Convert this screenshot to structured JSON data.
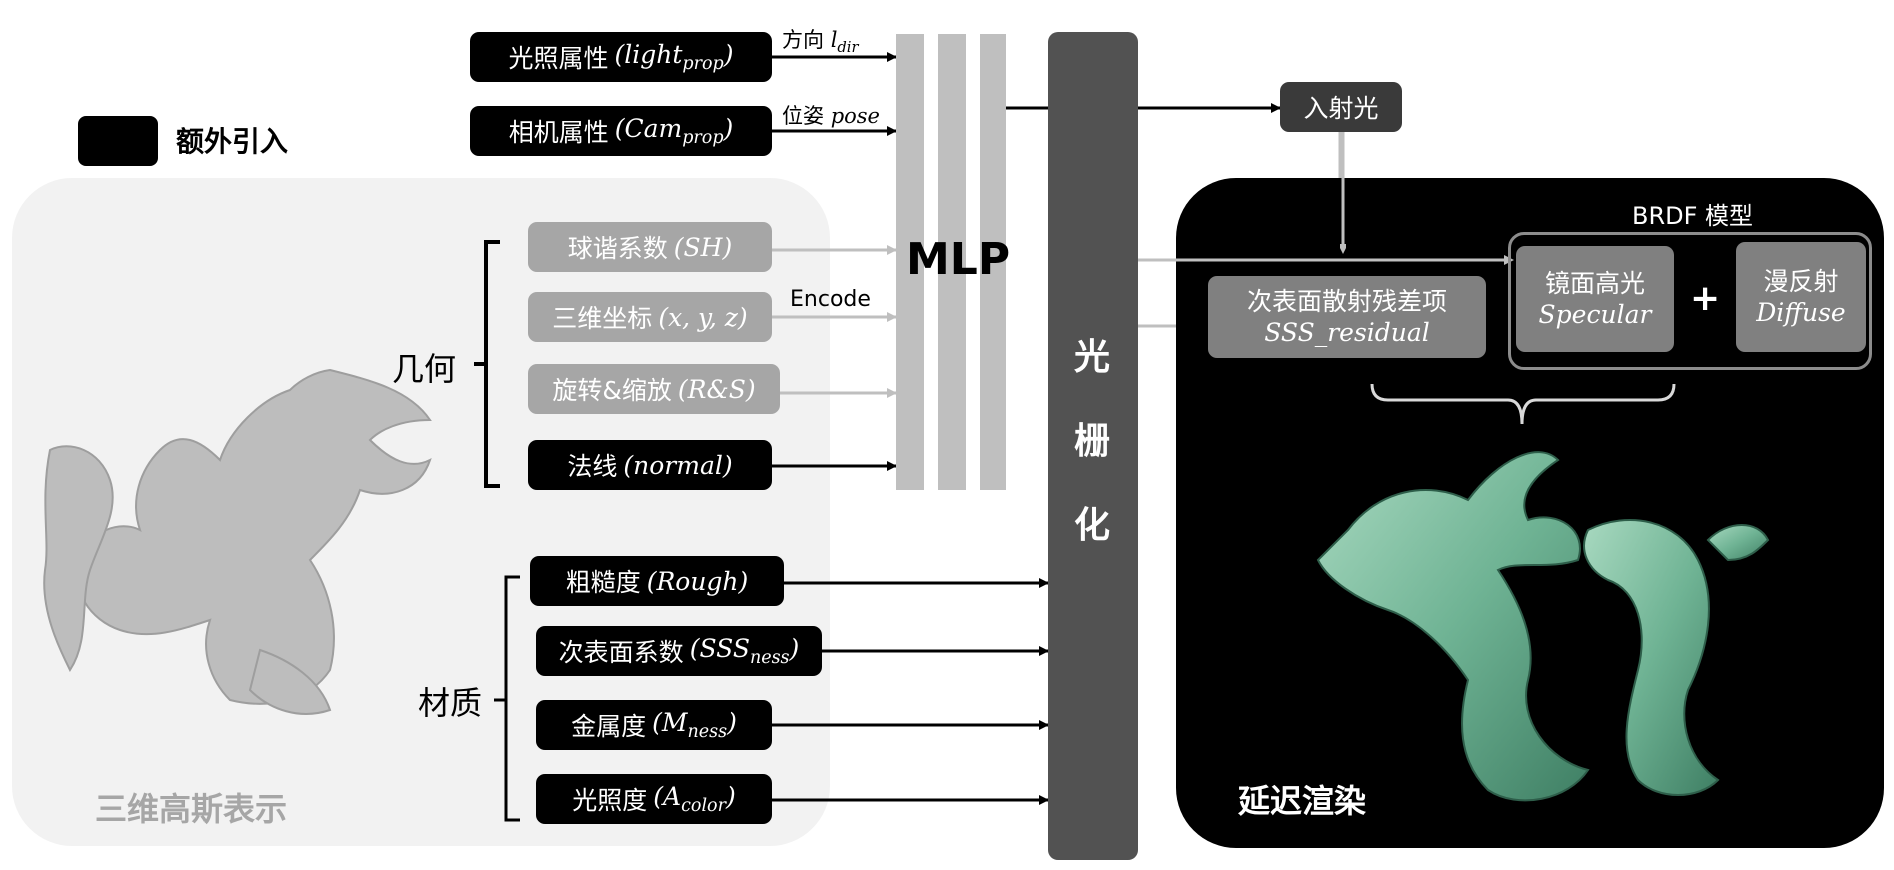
{
  "legend": {
    "label": "额外引入"
  },
  "panel3dgs": {
    "title": "三维高斯表示"
  },
  "panelDeferred": {
    "title": "延迟渲染"
  },
  "lighting": {
    "label": "光照属性",
    "symbol": "(light",
    "sub": "prop",
    "close": ")",
    "edge_label": "方向",
    "edge_sym": "l",
    "edge_sub": "dir"
  },
  "camera": {
    "label": "相机属性",
    "symbol": "(Cam",
    "sub": "prop",
    "close": ")",
    "edge_label": "位姿",
    "edge_sym": "pose"
  },
  "geometry": {
    "group_label": "几何",
    "sh": {
      "label": "球谐系数",
      "symbol": "(SH)"
    },
    "xyz": {
      "label": "三维坐标",
      "symbol": "(x, y, z)"
    },
    "rs": {
      "label": "旋转&缩放",
      "symbol": "(R&S)"
    },
    "normal": {
      "label": "法线",
      "symbol": "(normal)"
    },
    "encode": "Encode"
  },
  "material": {
    "group_label": "材质",
    "rough": {
      "label": "粗糙度",
      "symbol": "(Rough)"
    },
    "sss": {
      "label": "次表面系数",
      "symbol": "(SSS",
      "sub": "ness",
      "close": ")"
    },
    "metal": {
      "label": "金属度",
      "symbol": "(M",
      "sub": "ness",
      "close": ")"
    },
    "albedo": {
      "label": "光照度",
      "symbol": "(A",
      "sub": "color",
      "close": ")"
    }
  },
  "mlp": {
    "label": "MLP"
  },
  "raster": {
    "c1": "光",
    "c2": "栅",
    "c3": "化"
  },
  "incident": {
    "label": "入射光"
  },
  "brdf": {
    "title": "BRDF 模型",
    "specular_label": "镜面高光",
    "specular_sym": "Specular",
    "plus": "+",
    "diffuse_label": "漫反射",
    "diffuse_sym": "Diffuse"
  },
  "sss_residual": {
    "label": "次表面散射残差项",
    "symbol": "SSS_residual"
  },
  "colors": {
    "black": "#000000",
    "gray": "#a6a6a6",
    "dark_gray": "#808080",
    "raster": "#525252",
    "panel": "#f2f2f2"
  }
}
